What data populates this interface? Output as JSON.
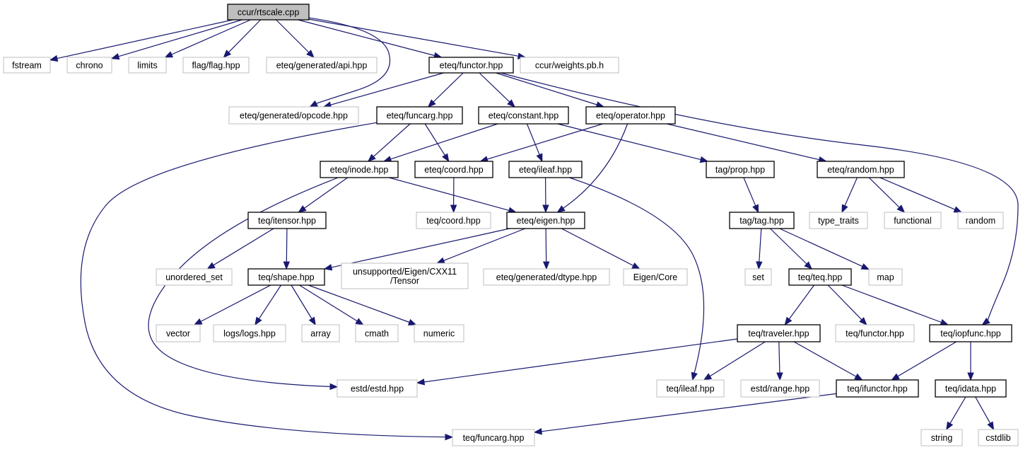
{
  "colors": {
    "edge": "#191970",
    "root_fill": "#bfbfbf",
    "external_border": "#bfbfbf",
    "local_border": "#000000"
  },
  "nodes": [
    {
      "id": "rtscale",
      "label": "ccur/rtscale.cpp",
      "kind": "root"
    },
    {
      "id": "fstream",
      "label": "fstream",
      "kind": "external"
    },
    {
      "id": "chrono",
      "label": "chrono",
      "kind": "external"
    },
    {
      "id": "limits",
      "label": "limits",
      "kind": "external"
    },
    {
      "id": "flag",
      "label": "flag/flag.hpp",
      "kind": "external"
    },
    {
      "id": "api",
      "label": "eteq/generated/api.hpp",
      "kind": "external"
    },
    {
      "id": "functor",
      "label": "eteq/functor.hpp",
      "kind": "local"
    },
    {
      "id": "weights",
      "label": "ccur/weights.pb.h",
      "kind": "external"
    },
    {
      "id": "opcode",
      "label": "eteq/generated/opcode.hpp",
      "kind": "external"
    },
    {
      "id": "funcarg",
      "label": "eteq/funcarg.hpp",
      "kind": "local"
    },
    {
      "id": "constant",
      "label": "eteq/constant.hpp",
      "kind": "local"
    },
    {
      "id": "operator",
      "label": "eteq/operator.hpp",
      "kind": "local"
    },
    {
      "id": "inode",
      "label": "eteq/inode.hpp",
      "kind": "local"
    },
    {
      "id": "coord",
      "label": "eteq/coord.hpp",
      "kind": "local"
    },
    {
      "id": "ileaf",
      "label": "eteq/ileaf.hpp",
      "kind": "local"
    },
    {
      "id": "prop",
      "label": "tag/prop.hpp",
      "kind": "local"
    },
    {
      "id": "random_h",
      "label": "eteq/random.hpp",
      "kind": "local"
    },
    {
      "id": "itensor",
      "label": "teq/itensor.hpp",
      "kind": "local"
    },
    {
      "id": "teqcoord",
      "label": "teq/coord.hpp",
      "kind": "external"
    },
    {
      "id": "eigen",
      "label": "eteq/eigen.hpp",
      "kind": "local"
    },
    {
      "id": "tagtag",
      "label": "tag/tag.hpp",
      "kind": "local"
    },
    {
      "id": "typetraits",
      "label": "type_traits",
      "kind": "external"
    },
    {
      "id": "functional",
      "label": "functional",
      "kind": "external"
    },
    {
      "id": "random",
      "label": "random",
      "kind": "external"
    },
    {
      "id": "uset",
      "label": "unordered_set",
      "kind": "external"
    },
    {
      "id": "shape",
      "label": "teq/shape.hpp",
      "kind": "local"
    },
    {
      "id": "tensor",
      "label": "unsupported/Eigen/CXX11\n/Tensor",
      "kind": "external"
    },
    {
      "id": "dtype",
      "label": "eteq/generated/dtype.hpp",
      "kind": "external"
    },
    {
      "id": "core",
      "label": "Eigen/Core",
      "kind": "external"
    },
    {
      "id": "set",
      "label": "set",
      "kind": "external"
    },
    {
      "id": "teqteq",
      "label": "teq/teq.hpp",
      "kind": "local"
    },
    {
      "id": "map",
      "label": "map",
      "kind": "external"
    },
    {
      "id": "vector",
      "label": "vector",
      "kind": "external"
    },
    {
      "id": "logs",
      "label": "logs/logs.hpp",
      "kind": "external"
    },
    {
      "id": "array",
      "label": "array",
      "kind": "external"
    },
    {
      "id": "cmath",
      "label": "cmath",
      "kind": "external"
    },
    {
      "id": "numeric",
      "label": "numeric",
      "kind": "external"
    },
    {
      "id": "traveler",
      "label": "teq/traveler.hpp",
      "kind": "local"
    },
    {
      "id": "teqfunctor",
      "label": "teq/functor.hpp",
      "kind": "external"
    },
    {
      "id": "iopfunc",
      "label": "teq/iopfunc.hpp",
      "kind": "local"
    },
    {
      "id": "estd",
      "label": "estd/estd.hpp",
      "kind": "external"
    },
    {
      "id": "teqileaf",
      "label": "teq/ileaf.hpp",
      "kind": "external"
    },
    {
      "id": "range",
      "label": "estd/range.hpp",
      "kind": "external"
    },
    {
      "id": "ifunctor",
      "label": "teq/ifunctor.hpp",
      "kind": "local"
    },
    {
      "id": "idata",
      "label": "teq/idata.hpp",
      "kind": "local"
    },
    {
      "id": "teqfuncarg",
      "label": "teq/funcarg.hpp",
      "kind": "external"
    },
    {
      "id": "string",
      "label": "string",
      "kind": "external"
    },
    {
      "id": "cstdlib",
      "label": "cstdlib",
      "kind": "external"
    }
  ],
  "edges": [
    [
      "rtscale",
      "fstream"
    ],
    [
      "rtscale",
      "chrono"
    ],
    [
      "rtscale",
      "limits"
    ],
    [
      "rtscale",
      "flag"
    ],
    [
      "rtscale",
      "api"
    ],
    [
      "rtscale",
      "functor"
    ],
    [
      "rtscale",
      "weights"
    ],
    [
      "rtscale",
      "opcode"
    ],
    [
      "functor",
      "opcode"
    ],
    [
      "functor",
      "funcarg"
    ],
    [
      "functor",
      "constant"
    ],
    [
      "functor",
      "operator"
    ],
    [
      "functor",
      "iopfunc"
    ],
    [
      "funcarg",
      "inode"
    ],
    [
      "funcarg",
      "coord"
    ],
    [
      "funcarg",
      "teqfuncarg"
    ],
    [
      "constant",
      "inode"
    ],
    [
      "constant",
      "ileaf"
    ],
    [
      "constant",
      "prop"
    ],
    [
      "operator",
      "coord"
    ],
    [
      "operator",
      "eigen"
    ],
    [
      "operator",
      "random_h"
    ],
    [
      "inode",
      "itensor"
    ],
    [
      "inode",
      "eigen"
    ],
    [
      "inode",
      "estd"
    ],
    [
      "coord",
      "teqcoord"
    ],
    [
      "ileaf",
      "eigen"
    ],
    [
      "ileaf",
      "teqileaf"
    ],
    [
      "prop",
      "tagtag"
    ],
    [
      "random_h",
      "typetraits"
    ],
    [
      "random_h",
      "functional"
    ],
    [
      "random_h",
      "random"
    ],
    [
      "itensor",
      "uset"
    ],
    [
      "itensor",
      "shape"
    ],
    [
      "eigen",
      "shape"
    ],
    [
      "eigen",
      "tensor"
    ],
    [
      "eigen",
      "dtype"
    ],
    [
      "eigen",
      "core"
    ],
    [
      "tagtag",
      "set"
    ],
    [
      "tagtag",
      "teqteq"
    ],
    [
      "tagtag",
      "map"
    ],
    [
      "shape",
      "vector"
    ],
    [
      "shape",
      "logs"
    ],
    [
      "shape",
      "array"
    ],
    [
      "shape",
      "cmath"
    ],
    [
      "shape",
      "numeric"
    ],
    [
      "teqteq",
      "traveler"
    ],
    [
      "teqteq",
      "teqfunctor"
    ],
    [
      "teqteq",
      "iopfunc"
    ],
    [
      "traveler",
      "estd"
    ],
    [
      "traveler",
      "teqileaf"
    ],
    [
      "traveler",
      "range"
    ],
    [
      "traveler",
      "ifunctor"
    ],
    [
      "iopfunc",
      "ifunctor"
    ],
    [
      "iopfunc",
      "idata"
    ],
    [
      "ifunctor",
      "teqfuncarg"
    ],
    [
      "idata",
      "string"
    ],
    [
      "idata",
      "cstdlib"
    ]
  ]
}
